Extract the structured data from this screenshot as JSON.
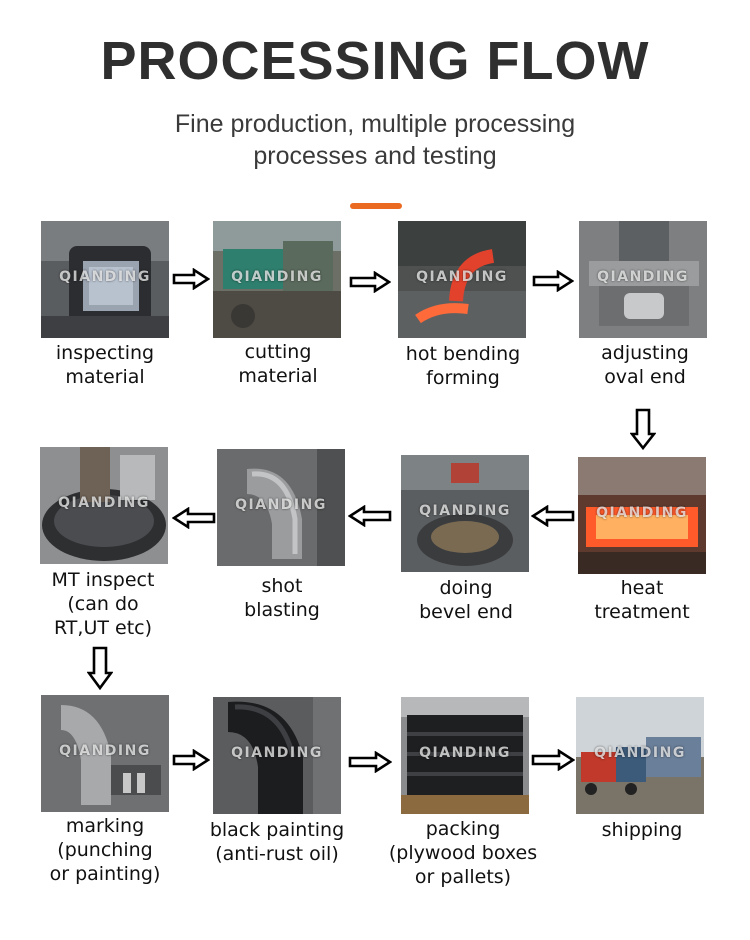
{
  "header": {
    "title": "PROCESSING FLOW",
    "subtitle_line1": "Fine production, multiple processing",
    "subtitle_line2": "processes and testing"
  },
  "watermark": "QIANDING",
  "colors": {
    "accent": "#ea6a22",
    "title": "#2f2f2f"
  },
  "steps": [
    {
      "lines": [
        "inspecting",
        "material"
      ]
    },
    {
      "lines": [
        "cutting",
        "material"
      ]
    },
    {
      "lines": [
        "hot bending",
        "forming"
      ]
    },
    {
      "lines": [
        "adjusting",
        "oval end"
      ]
    },
    {
      "lines": [
        "heat",
        "treatment"
      ]
    },
    {
      "lines": [
        "doing",
        "bevel end"
      ]
    },
    {
      "lines": [
        "shot",
        "blasting"
      ]
    },
    {
      "lines": [
        "MT inspect",
        "(can do",
        "RT,UT etc)"
      ]
    },
    {
      "lines": [
        "marking",
        "(punching",
        "or painting)"
      ]
    },
    {
      "lines": [
        "black painting",
        "(anti-rust oil)"
      ]
    },
    {
      "lines": [
        "packing",
        "(plywood boxes",
        "or pallets)"
      ]
    },
    {
      "lines": [
        "shipping"
      ]
    }
  ]
}
